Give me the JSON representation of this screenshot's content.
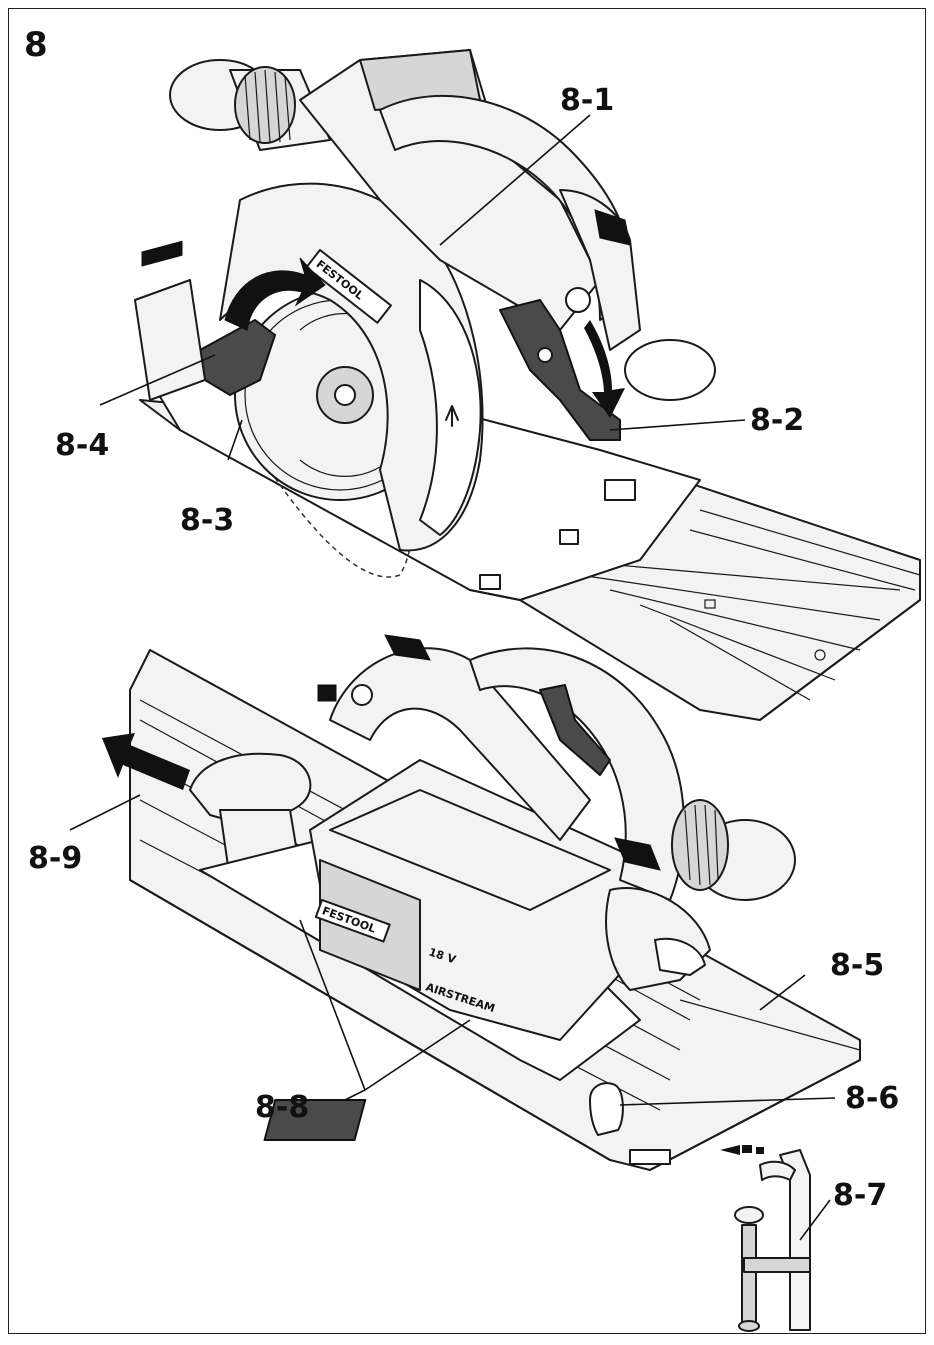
{
  "figure": {
    "number": "8"
  },
  "callouts": [
    {
      "id": "8-1",
      "text": "8-1"
    },
    {
      "id": "8-2",
      "text": "8-2"
    },
    {
      "id": "8-3",
      "text": "8-3"
    },
    {
      "id": "8-4",
      "text": "8-4"
    },
    {
      "id": "8-5",
      "text": "8-5"
    },
    {
      "id": "8-6",
      "text": "8-6"
    },
    {
      "id": "8-7",
      "text": "8-7"
    },
    {
      "id": "8-8",
      "text": "8-8"
    },
    {
      "id": "8-9",
      "text": "8-9"
    }
  ],
  "product_markings": {
    "brand": "FESTOOL",
    "voltage": "18 V",
    "airstream": "AIRSTREAM"
  }
}
